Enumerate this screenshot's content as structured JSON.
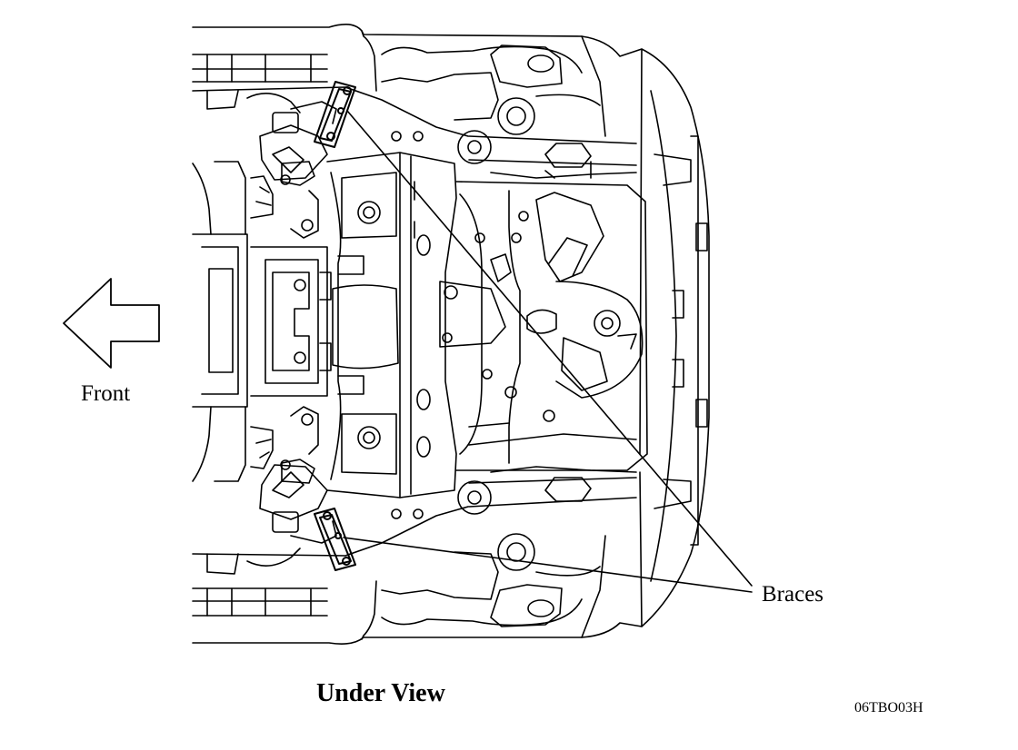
{
  "labels": {
    "front": "Front",
    "braces": "Braces",
    "view_title": "Under View",
    "figure_code": "06TBO03H"
  },
  "colors": {
    "line": "#000000",
    "background": "#ffffff"
  }
}
